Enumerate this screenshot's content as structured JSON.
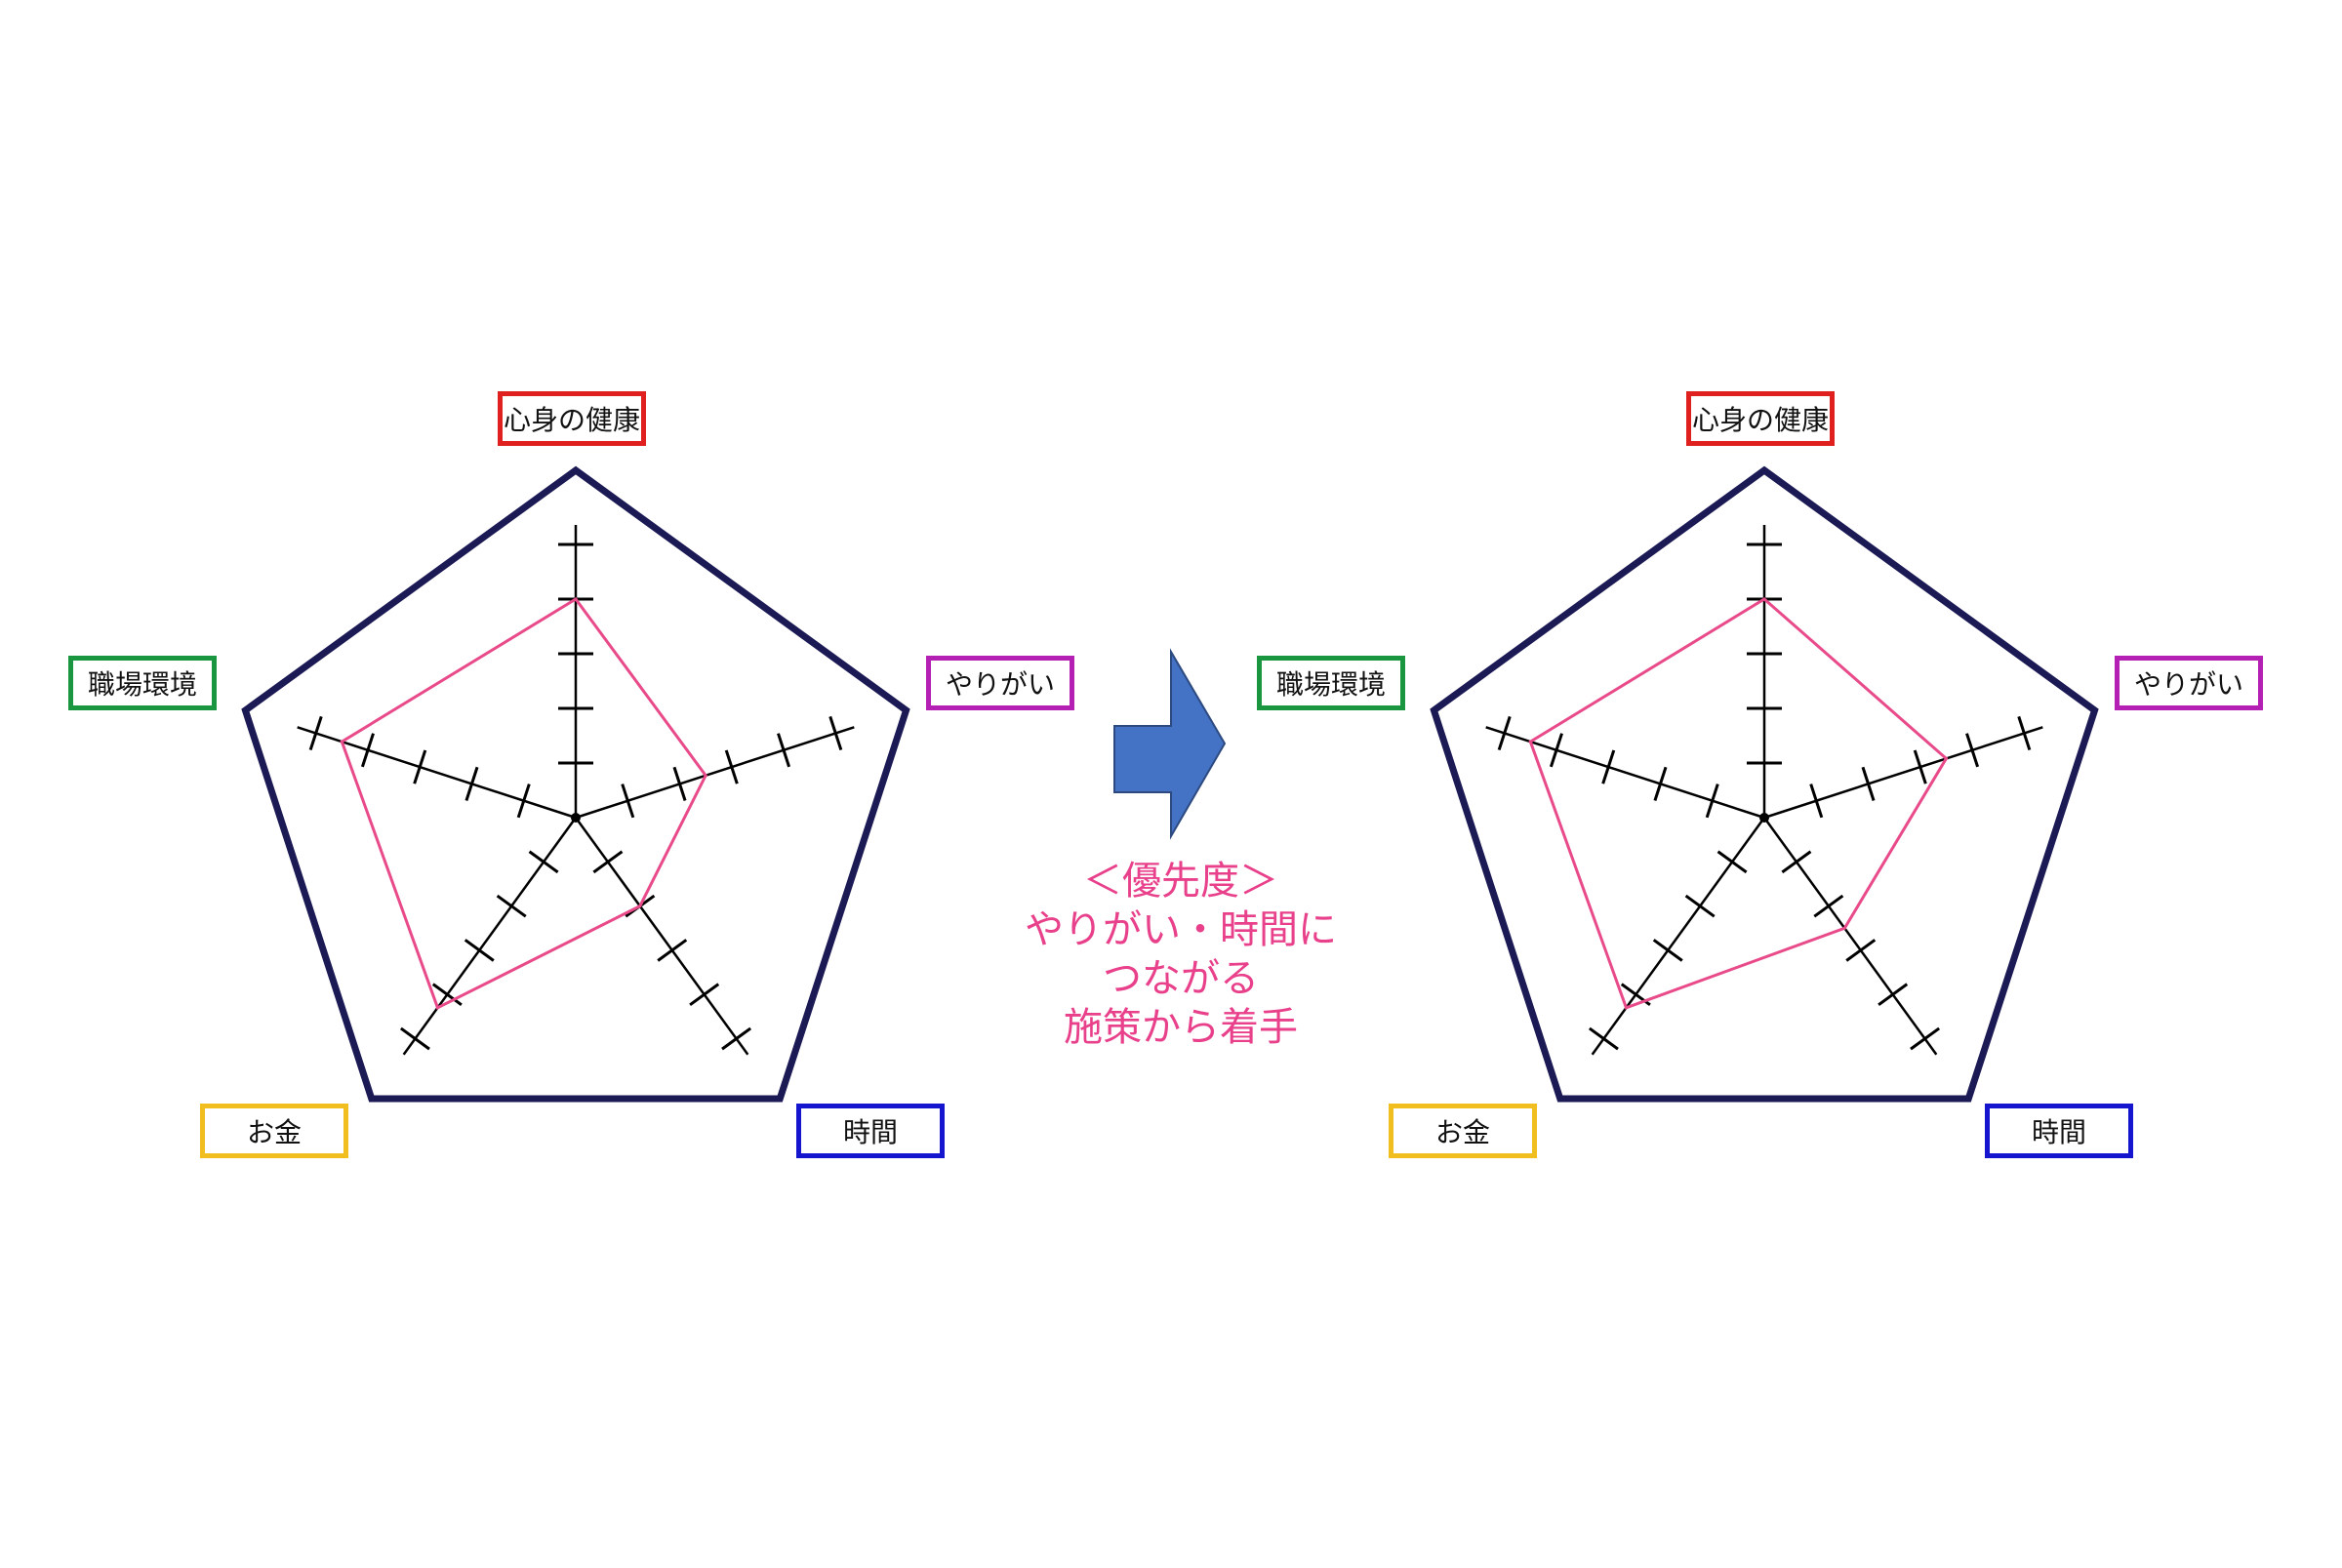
{
  "colors": {
    "frame": "#1c1a55",
    "series": "#e84a8a",
    "axis": "#000000",
    "arrow": "#4472c4",
    "label_health": "#e0201f",
    "label_motivation": "#b41fb4",
    "label_time": "#1515d0",
    "label_money": "#f0be1e",
    "label_workplace": "#1a9640"
  },
  "note": {
    "line1": "＜優先度＞",
    "line2": "やりがい・時間に",
    "line3": "つながる",
    "line4": "施策から着手"
  },
  "arrow_icon": "right-arrow",
  "chart_data": [
    {
      "type": "radar",
      "axes": [
        "心身の健康",
        "やりがい",
        "時間",
        "お金",
        "職場環境"
      ],
      "scale": [
        0,
        5
      ],
      "ticks": 5,
      "series": [
        {
          "values": [
            4,
            2.5,
            2,
            4.3,
            4.5
          ]
        }
      ]
    },
    {
      "type": "radar",
      "axes": [
        "心身の健康",
        "やりがい",
        "時間",
        "お金",
        "職場環境"
      ],
      "scale": [
        0,
        5
      ],
      "ticks": 5,
      "series": [
        {
          "values": [
            4,
            3.5,
            2.5,
            4.3,
            4.5
          ]
        }
      ]
    }
  ]
}
